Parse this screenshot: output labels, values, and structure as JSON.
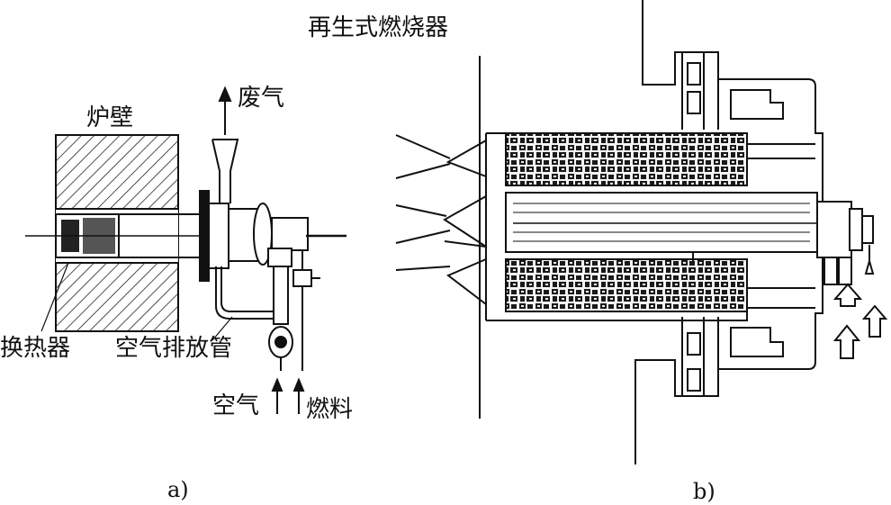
{
  "title": "再生式燃烧器",
  "panel_a": {
    "label_wall": "炉壁",
    "label_exhaust": "废气",
    "label_heat_exchanger": "换热器",
    "label_air_exhaust_pipe": "空气排放管",
    "label_air": "空气",
    "label_fuel": "燃料",
    "caption": "a)"
  },
  "panel_b": {
    "caption": "b)"
  }
}
